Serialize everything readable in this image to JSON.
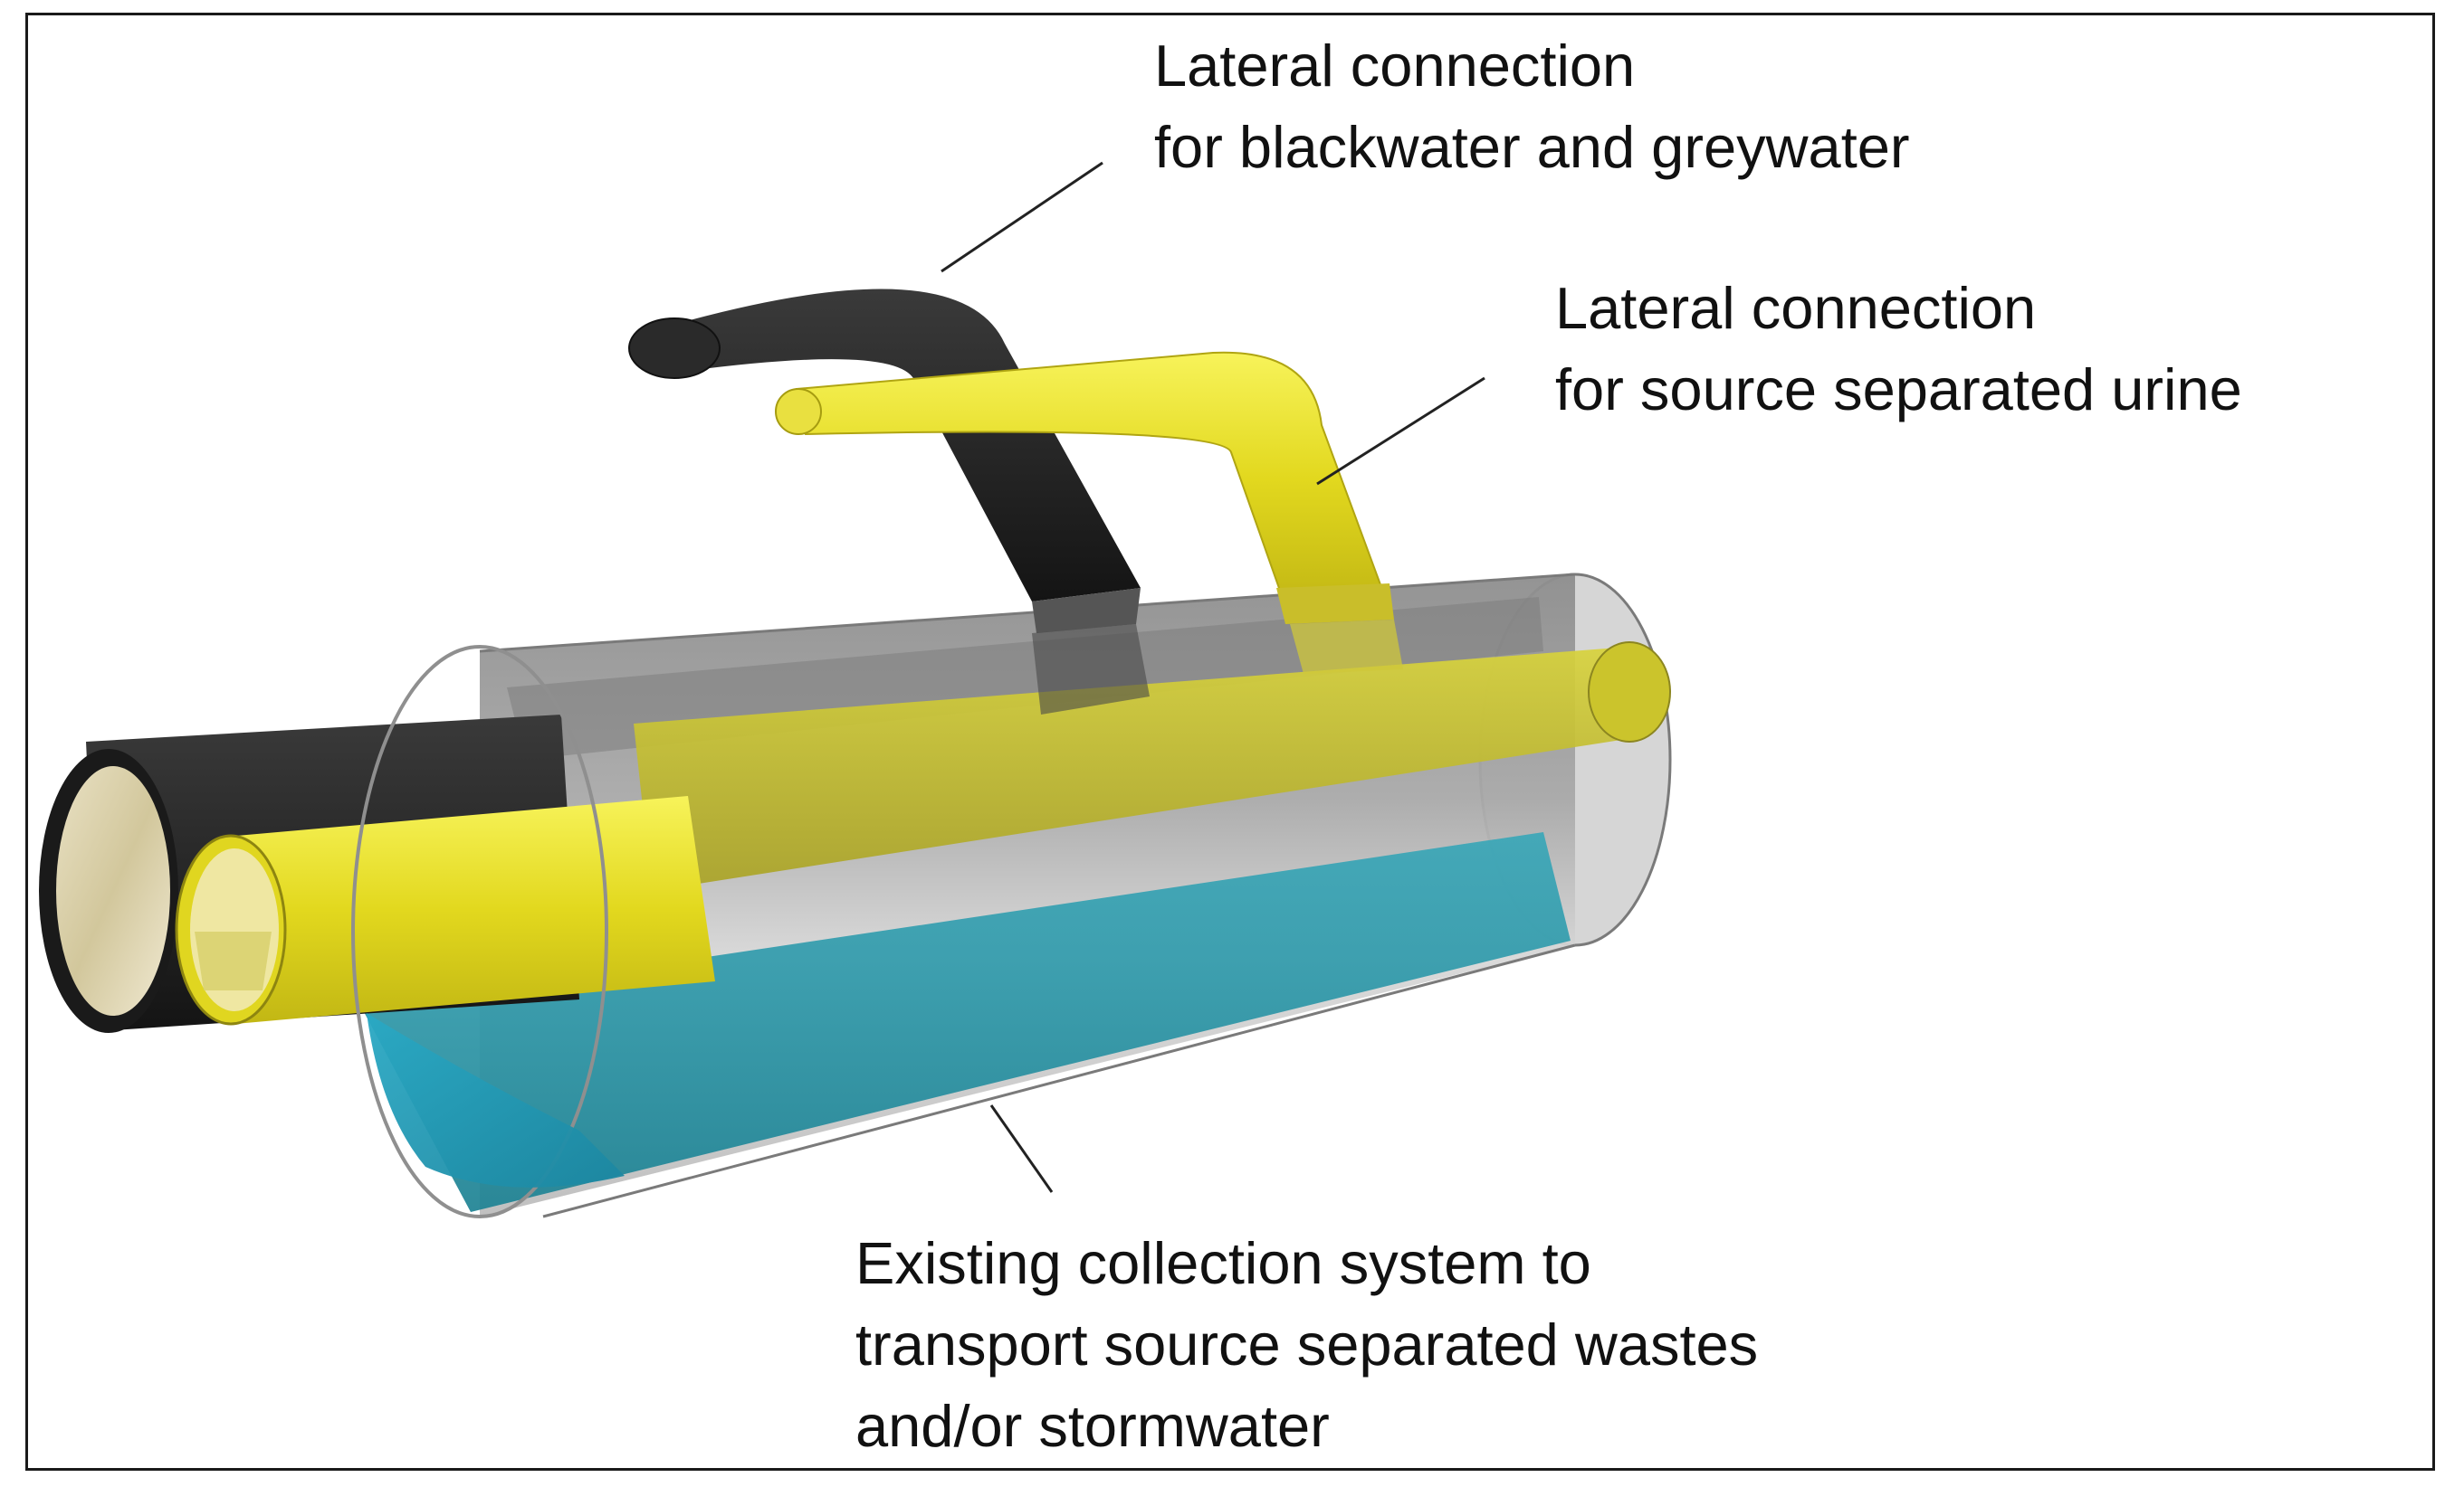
{
  "labels": {
    "blackwater": {
      "line1": "Lateral connection",
      "line2": "for blackwater and greywater"
    },
    "urine": {
      "line1": "Lateral connection",
      "line2": "for source separated urine"
    },
    "collection": {
      "line1": "Existing collection system to",
      "line2": "transport source separated wastes",
      "line3": "and/or stormwater"
    }
  },
  "colors": {
    "blackwater_pipe": "#1e1e1e",
    "urine_pipe": "#f2ec1c",
    "stormwater": "#2a9fb0",
    "host_pipe": "#c9c9c9",
    "text": "#111111"
  }
}
